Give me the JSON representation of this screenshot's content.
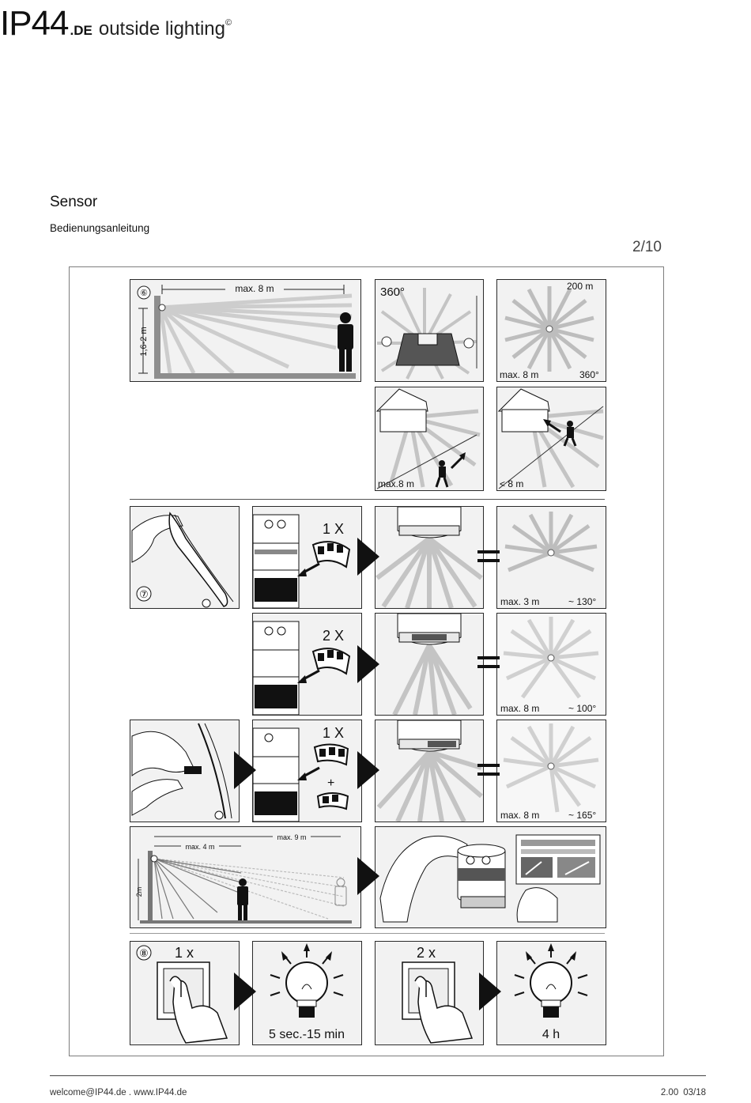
{
  "header": {
    "logo_main": "IP44",
    "logo_suffix": ".DE",
    "logo_tagline": "outside lighting",
    "logo_copyright": "©"
  },
  "document": {
    "title": "Sensor",
    "subtitle": "Bedienungsanleitung",
    "page": "2/10"
  },
  "figures": {
    "fig6": {
      "number": "⑥",
      "height_label": "1,6-2 m",
      "max_distance": "max. 8 m",
      "top_view_angle": "360°",
      "range_label": "200 m",
      "coverage_max": "max. 8 m",
      "coverage_angle": "360°",
      "house_left_label": "max.8 m",
      "house_right_label": "< 8 m"
    },
    "fig7": {
      "number": "⑦",
      "row1": {
        "press": "1 X",
        "distance": "max. 3 m",
        "angle": "~ 130°"
      },
      "row2": {
        "press": "2 X",
        "distance": "max. 8 m",
        "angle": "~ 100°"
      },
      "row3": {
        "press": "1 X",
        "plus": "+",
        "distance": "max. 8 m",
        "angle": "~ 165°"
      },
      "side_short": "max. 4 m",
      "side_long": "max. 9 m",
      "side_height": "2m"
    },
    "fig8": {
      "number": "⑧",
      "left_press": "1 x",
      "left_time": "5 sec.-15 min",
      "right_press": "2 x",
      "right_time": "4 h"
    }
  },
  "footer": {
    "contact": "welcome@IP44.de  .  www.IP44.de",
    "version": "2.00",
    "date": "03/18"
  }
}
